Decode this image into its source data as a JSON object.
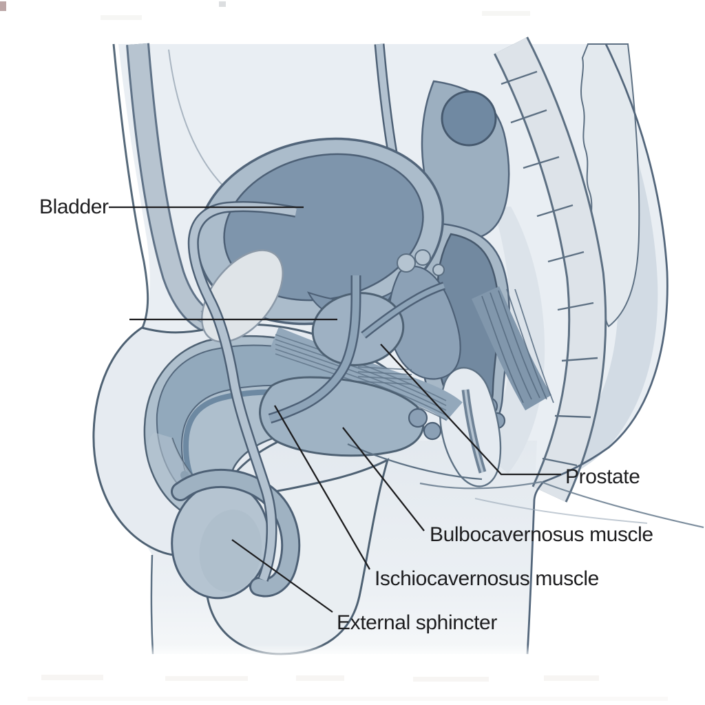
{
  "figure": {
    "kind": "anatomical illustration",
    "view": "male pelvis, sagittal cross-section",
    "background": "#ffffff"
  },
  "labels": [
    {
      "id": "bladder",
      "text": "Bladder"
    },
    {
      "id": "prostate",
      "text": "Prostate"
    },
    {
      "id": "bulbocavernosus-muscle",
      "text": "Bulbocavernosus muscle"
    },
    {
      "id": "ischiocavernosus-muscle",
      "text": "Ischiocavernosus muscle"
    },
    {
      "id": "external-sphincter",
      "text": "External sphincter"
    }
  ],
  "palette": {
    "label_text": "#1d1d1f",
    "leader_line": "#1d1d1f",
    "outline_dark": "#4e6173",
    "outline_mid": "#5d7184",
    "body_fill": "#e9eef3",
    "bladder_wall": "#abbccb",
    "bladder_lumen": "#7e95ac",
    "prostate": "#9eb1c3",
    "rectum_wall": "#a7b8c7",
    "rectum_lumen": "#7289a0",
    "sigmoid": "#7089a2",
    "muscle": "#93a8bb",
    "bone": "#dfe4e8",
    "spine": "#dde3e9",
    "penis_shaft": "#aebfcd",
    "corpus": "#8fa6ba",
    "urethra": "#6b87a0",
    "testis": "#b5c4d1",
    "epididymis": "#9fb2c2",
    "duct_tube": "#b3c2d0"
  }
}
